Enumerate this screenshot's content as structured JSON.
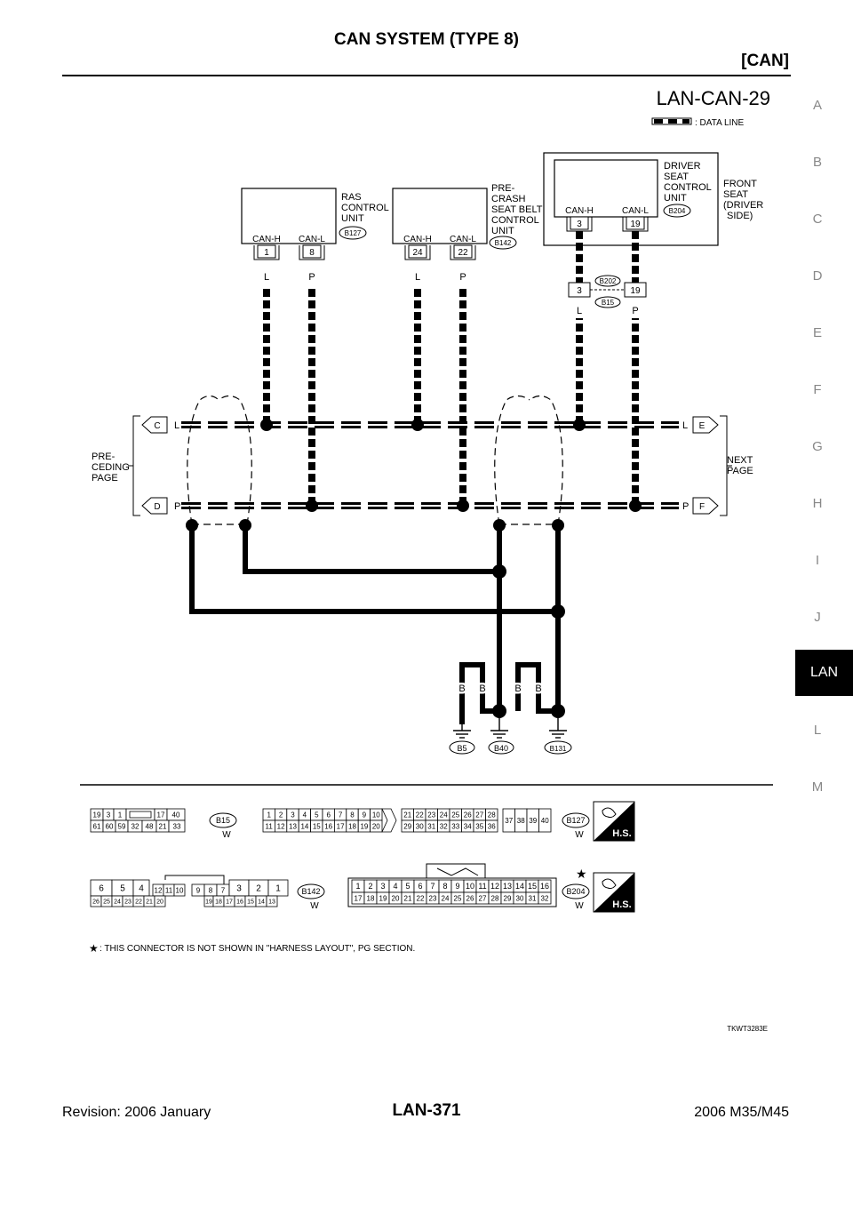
{
  "header": {
    "title": "CAN SYSTEM (TYPE 8)",
    "section": "[CAN]"
  },
  "side_index": {
    "letters": [
      "A",
      "B",
      "C",
      "D",
      "E",
      "F",
      "G",
      "H",
      "I",
      "J",
      "L",
      "M"
    ],
    "active": "LAN"
  },
  "diagram": {
    "id": "LAN-CAN-29",
    "legend": ": DATA LINE",
    "ras": {
      "l1": "RAS",
      "l2": "CONTROL",
      "l3": "UNIT",
      "conn": "B127",
      "canh": "CAN-H",
      "canl": "CAN-L",
      "pin_h": "1",
      "pin_l": "8",
      "wire_h": "L",
      "wire_l": "P"
    },
    "pcs": {
      "l1": "PRE-",
      "l2": "CRASH",
      "l3": "SEAT BELT",
      "l4": "CONTROL",
      "l5": "UNIT",
      "conn": "B142",
      "canh": "CAN-H",
      "canl": "CAN-L",
      "pin_h": "24",
      "pin_l": "22",
      "wire_h": "L",
      "wire_l": "P"
    },
    "dsc": {
      "l1": "DRIVER",
      "l2": "SEAT",
      "l3": "CONTROL",
      "l4": "UNIT",
      "conn": "B204",
      "canh": "CAN-H",
      "canl": "CAN-L",
      "pin_h": "3",
      "pin_l": "19"
    },
    "front_seat": {
      "l1": "FRONT",
      "l2": "SEAT",
      "l3": "(DRIVER",
      "l4": "SIDE)"
    },
    "joint": {
      "conn_a": "B202",
      "conn_b": "B15",
      "pin_h": "3",
      "pin_l": "19",
      "wire_h": "L",
      "wire_l": "P"
    },
    "preceding": {
      "l1": "PRE-",
      "l2": "CEDING",
      "l3": "PAGE",
      "c": "C",
      "d": "D",
      "wl": "L",
      "wp": "P"
    },
    "next": {
      "l1": "NEXT",
      "l2": "PAGE",
      "e": "E",
      "f": "F",
      "wl": "L",
      "wp": "P"
    },
    "grounds": {
      "b": "B",
      "g1": "B5",
      "g2": "B40",
      "g3": "B131"
    }
  },
  "connectors": {
    "b15": {
      "label": "B15",
      "color": "W",
      "row1": [
        "19",
        "3",
        "1",
        "",
        "17",
        "40"
      ],
      "row2": [
        "61",
        "60",
        "59",
        "32",
        "48",
        "21",
        "33"
      ]
    },
    "b127": {
      "label": "B127",
      "color": "W",
      "row1": [
        "1",
        "2",
        "3",
        "4",
        "5",
        "6",
        "7",
        "8",
        "9",
        "10",
        "21",
        "22",
        "23",
        "24",
        "25",
        "26",
        "27",
        "28"
      ],
      "row2": [
        "11",
        "12",
        "13",
        "14",
        "15",
        "16",
        "17",
        "18",
        "19",
        "20",
        "29",
        "30",
        "31",
        "32",
        "33",
        "34",
        "35",
        "36"
      ],
      "side": [
        "37",
        "38",
        "39",
        "40"
      ]
    },
    "b142": {
      "label": "B142",
      "color": "W",
      "top": [
        "6",
        "5",
        "4",
        "12",
        "11",
        "10",
        "9",
        "8",
        "7",
        "3",
        "2",
        "1"
      ],
      "bottom": [
        "26",
        "25",
        "24",
        "23",
        "22",
        "21",
        "20",
        "19",
        "18",
        "17",
        "16",
        "15",
        "14",
        "13"
      ]
    },
    "b204": {
      "label": "B204",
      "color": "W",
      "row1": [
        "1",
        "2",
        "3",
        "4",
        "5",
        "6",
        "7",
        "8",
        "9",
        "10",
        "11",
        "12",
        "13",
        "14",
        "15",
        "16"
      ],
      "row2": [
        "17",
        "18",
        "19",
        "20",
        "21",
        "22",
        "23",
        "24",
        "25",
        "26",
        "27",
        "28",
        "29",
        "30",
        "31",
        "32"
      ]
    },
    "hs": "H.S.",
    "star": "★",
    "note": ": THIS CONNECTOR IS NOT SHOWN IN \"HARNESS LAYOUT\", PG SECTION.",
    "code": "TKWT3283E"
  },
  "footer": {
    "revision": "Revision: 2006 January",
    "page": "LAN-371",
    "model": "2006 M35/M45"
  }
}
